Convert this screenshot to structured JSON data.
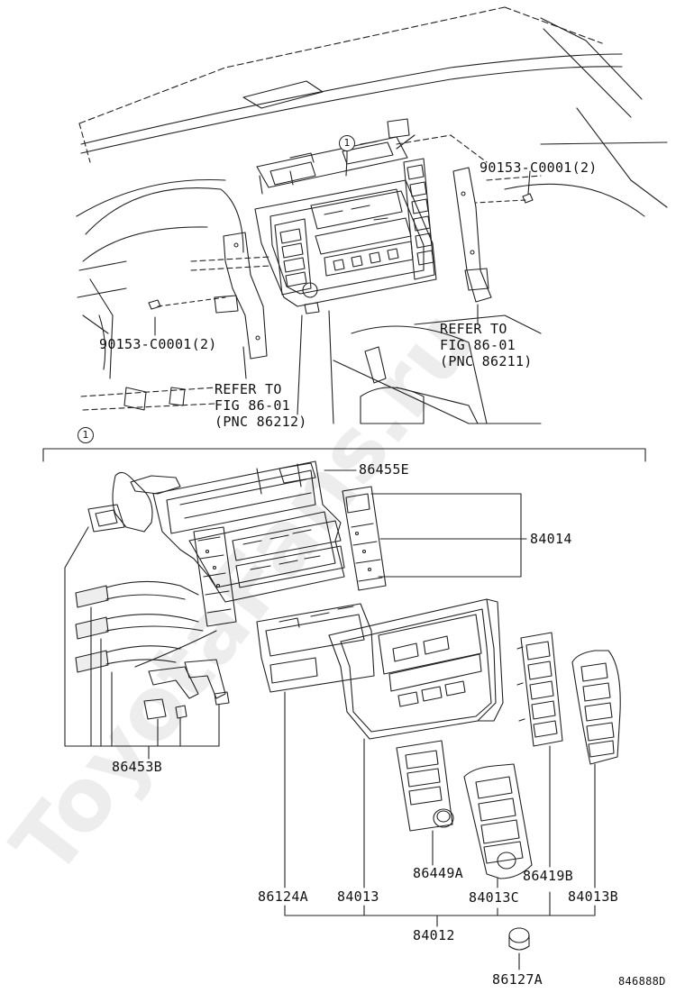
{
  "watermark": "ToyotaFans.ru",
  "top_view": {
    "callout": "1",
    "bolt_right": "90153-C0001(2)",
    "bolt_left": "90153-C0001(2)",
    "refer_right": [
      "REFER TO",
      "FIG 86-01",
      "(PNC 86211)"
    ],
    "refer_left": [
      "REFER TO",
      "FIG 86-01",
      "(PNC 86212)"
    ]
  },
  "exploded_view": {
    "callout": "1",
    "parts": {
      "p86455E": "86455E",
      "p84014": "84014",
      "p86453B": "86453B",
      "p86449A": "86449A",
      "p86419B": "86419B",
      "p86124A": "86124A",
      "p84013": "84013",
      "p84013C": "84013C",
      "p84013B": "84013B",
      "p84012": "84012",
      "p86127A": "86127A"
    }
  },
  "figure_id": "846888D"
}
